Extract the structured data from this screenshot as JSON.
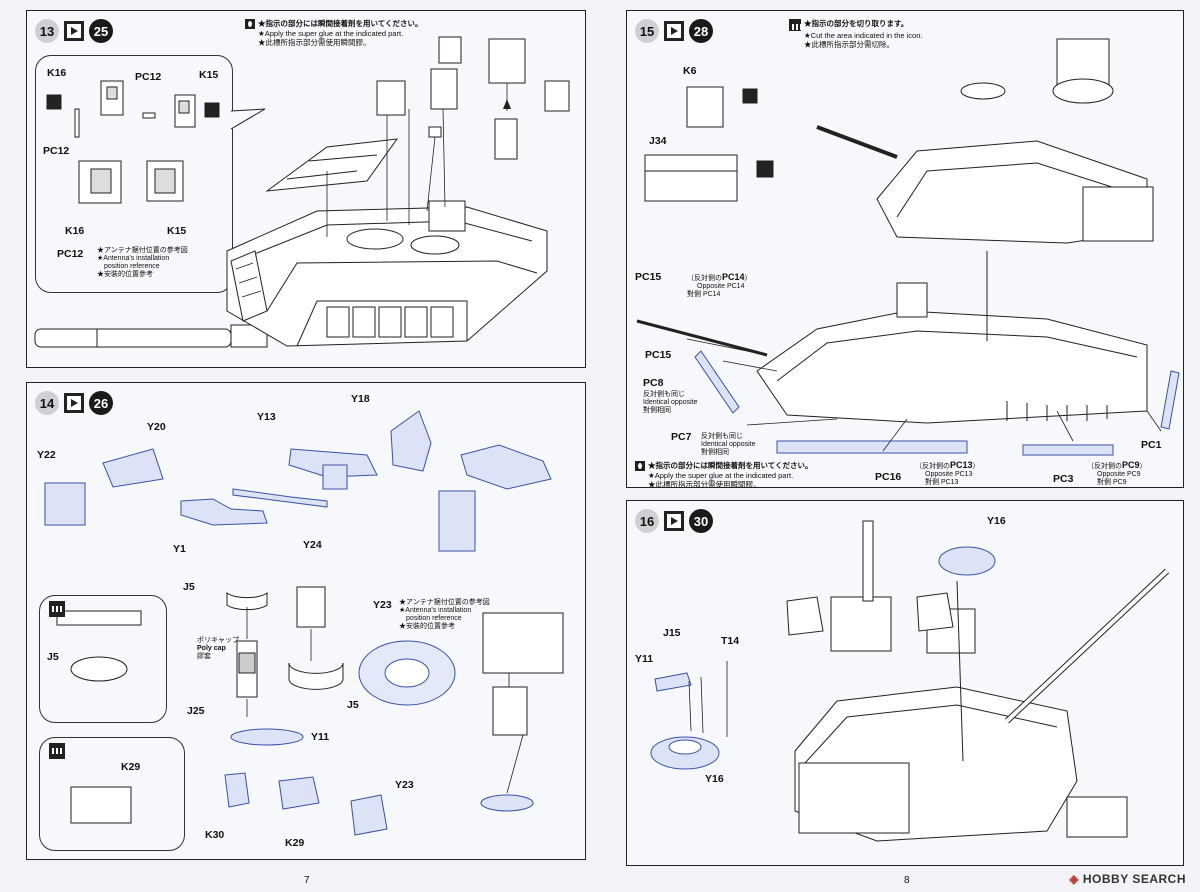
{
  "pages": {
    "left_number": "7",
    "right_number": "8"
  },
  "steps": {
    "s13": {
      "num": "13",
      "ref": "25"
    },
    "s14": {
      "num": "14",
      "ref": "26"
    },
    "s15": {
      "num": "15",
      "ref": "28"
    },
    "s16": {
      "num": "16",
      "ref": "30"
    }
  },
  "notes": {
    "glue": [
      "★指示の部分には瞬間接着剤を用いてください。",
      "★Apply the super glue at the indicated part.",
      "★此標所指示部分需使用瞬間膠。"
    ],
    "cut": [
      "★指示の部分を切り取ります。",
      "★Cut the area indicated in the icon.",
      "★此標所指示部分需切除。"
    ],
    "antenna": [
      "★アンテナ据付位置の参考図",
      "★Antenna's installation",
      "position reference",
      "★安裝的位置參考"
    ]
  },
  "labels13": {
    "k16a": "K16",
    "pc12a": "PC12",
    "k15a": "K15",
    "pc12b": "PC12",
    "k16b": "K16",
    "k15b": "K15",
    "pc12c": "PC12"
  },
  "labels14": {
    "y22": "Y22",
    "y20": "Y20",
    "y13": "Y13",
    "y18": "Y18",
    "y1": "Y1",
    "y24": "Y24",
    "j5a": "J5",
    "j5b": "J5",
    "j5c": "J5",
    "j25": "J25",
    "y23a": "Y23",
    "y11": "Y11",
    "y23b": "Y23",
    "k29a": "K29",
    "k30": "K30",
    "k29b": "K29"
  },
  "polycap": [
    "ポリキャップ",
    "Poly cap",
    "膠套"
  ],
  "labels15": {
    "k6": "K6",
    "j34": "J34",
    "pc15a": "PC15",
    "pc15b": "PC15",
    "pc8": "PC8",
    "pc7": "PC7",
    "pc16": "PC16",
    "pc3": "PC3",
    "pc1": "PC1"
  },
  "pc15_opp": [
    "（反対側の",
    "PC14",
    "）",
    "Opposite PC14",
    "對側 PC14"
  ],
  "pc8_opp": [
    "反対側も同じ",
    "Identical opposite",
    "對側相同"
  ],
  "pc7_opp": [
    "反対側も同じ",
    "Identical opposite",
    "對側相同"
  ],
  "pc16_opp": [
    "（反対側の",
    "PC13",
    "）",
    "Opposite PC13",
    "對側 PC13"
  ],
  "pc3_opp": [
    "（反対側の",
    "PC9",
    "）",
    "Opposite PC9",
    "對側 PC9"
  ],
  "labels16": {
    "y16a": "Y16",
    "j15": "J15",
    "t14": "T14",
    "y11": "Y11",
    "y16b": "Y16"
  },
  "watermark": {
    "brand": "HOBBY SEARCH"
  }
}
